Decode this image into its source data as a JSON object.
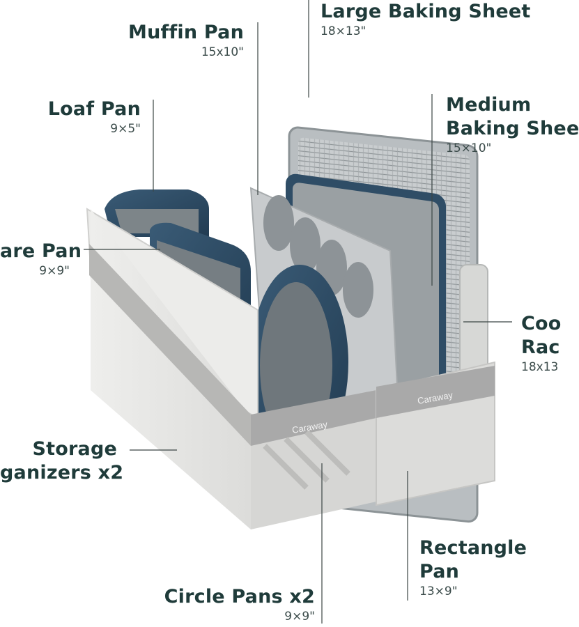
{
  "labels": {
    "large_baking_sheet": {
      "name": "Large Baking Sheet",
      "size": "18×13\""
    },
    "muffin_pan": {
      "name": "Muffin Pan",
      "size": "15x10\""
    },
    "loaf_pan": {
      "name": "Loaf Pan",
      "size": "9×5\""
    },
    "medium_baking_sheet": {
      "name_line1": "Medium",
      "name_line2": "Baking Shee",
      "size": "15×10\""
    },
    "square_pan": {
      "name": "are Pan",
      "size": "9×9\""
    },
    "cooling_rack": {
      "name_line1": "Coo",
      "name_line2": "Rac",
      "size": "18x13"
    },
    "storage_organizers": {
      "name_line1": "Storage",
      "name_line2": "ganizers x2"
    },
    "rectangle_pan": {
      "name_line1": "Rectangle",
      "name_line2": "Pan",
      "size": "13×9\""
    },
    "circle_pans": {
      "name": "Circle Pans x2",
      "size": "9×9\""
    }
  },
  "brand": {
    "strap_text_left": "Caraway",
    "strap_text_right": "Caraway"
  },
  "colors": {
    "label_text": "#1f3b3a",
    "pan_navy": "#2f4d66",
    "pan_interior": "#7d8589",
    "organizer_fabric": "#e6e6e4",
    "strap": "#a9a9a9",
    "sheet_gray": "#a7abad"
  }
}
